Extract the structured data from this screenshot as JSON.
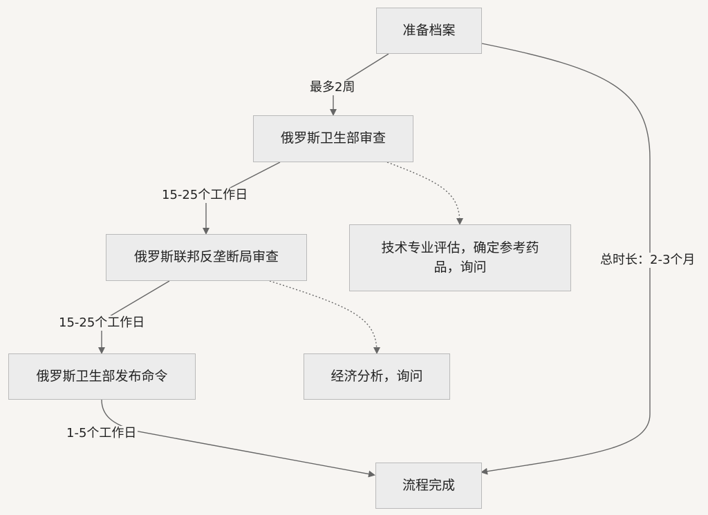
{
  "nodes": {
    "prepare": "准备档案",
    "moh_review": "俄罗斯卫生部审查",
    "fas_review": "俄罗斯联邦反垄断局审查",
    "moh_order": "俄罗斯卫生部发布命令",
    "tech_eval": "技术专业评估，确定参考药品，询问",
    "econ": "经济分析，询问",
    "done": "流程完成"
  },
  "edges": {
    "prepare_to_moh": "最多2周",
    "moh_to_fas": "15-25个工作日",
    "fas_to_order": "15-25个工作日",
    "order_to_done": "1-5个工作日",
    "total": "总时长：2-3个月"
  },
  "colors": {
    "background": "#f7f5f2",
    "node_fill": "#ececec",
    "node_border": "#b9b9b9",
    "edge": "#666666"
  }
}
